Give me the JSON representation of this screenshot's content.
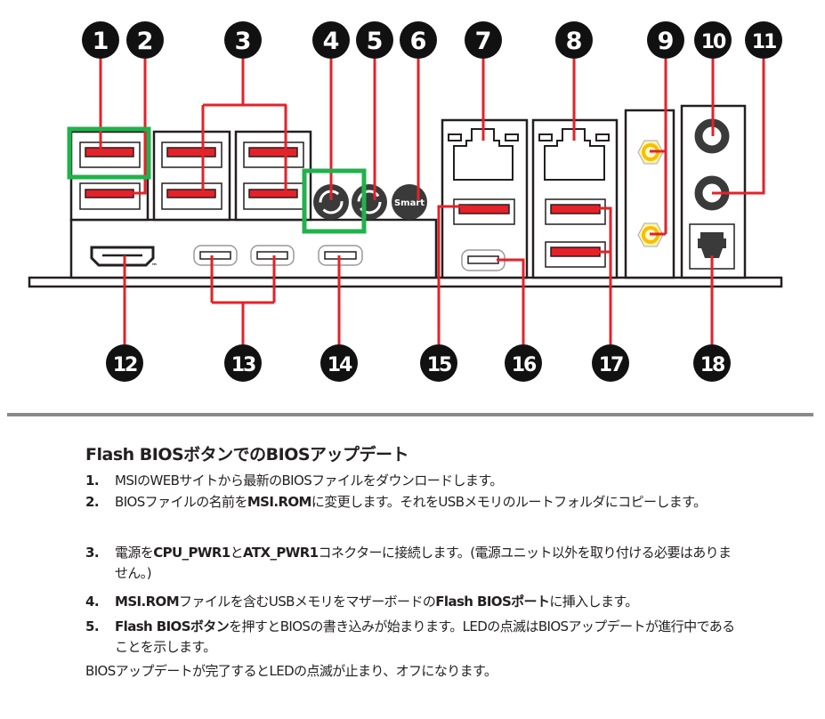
{
  "callouts": {
    "top": [
      "1",
      "2",
      "3",
      "4",
      "5",
      "6",
      "7",
      "8",
      "9",
      "10",
      "11"
    ],
    "bottom": [
      "12",
      "13",
      "14",
      "15",
      "16",
      "17",
      "18"
    ]
  },
  "button_labels": {
    "smart": "Smart"
  },
  "hdmi_mark": "™",
  "colors": {
    "callout_line": "#e52129",
    "highlight": "#22b14c",
    "antenna": "#f5c000"
  },
  "section": {
    "title": "Flash BIOSボタンでのBIOSアップデート",
    "steps": [
      {
        "num": "1.",
        "segments": [
          {
            "t": "MSIのWEBサイトから最新のBIOSファイルをダウンロードします。"
          }
        ]
      },
      {
        "num": "2.",
        "segments": [
          {
            "t": "BIOSファイルの名前を"
          },
          {
            "t": "MSI.ROM",
            "bold": true
          },
          {
            "t": "に変更します。それをUSBメモリのルートフォルダにコピーします。"
          }
        ]
      },
      {
        "num": "3.",
        "segments": [
          {
            "t": "電源を"
          },
          {
            "t": "CPU_PWR1",
            "bold": true
          },
          {
            "t": "と"
          },
          {
            "t": "ATX_PWR1",
            "bold": true
          },
          {
            "t": "コネクターに接続します。(電源ユニット以外を取り付ける必要はありません。)"
          }
        ]
      },
      {
        "num": "4.",
        "segments": [
          {
            "t": "MSI.ROM",
            "bold": true
          },
          {
            "t": "ファイルを含むUSBメモリをマザーボードの"
          },
          {
            "t": "Flash BIOSポート",
            "bold": true
          },
          {
            "t": "に挿入します。"
          }
        ]
      },
      {
        "num": "5.",
        "segments": [
          {
            "t": "Flash BIOSボタン",
            "bold": true
          },
          {
            "t": "を押すとBIOSの書き込みが始まります。LEDの点滅はBIOSアップデートが進行中であることを示します。"
          }
        ]
      }
    ],
    "closing": "BIOSアップデートが完了するとLEDの点滅が止まり、オフになります。"
  }
}
